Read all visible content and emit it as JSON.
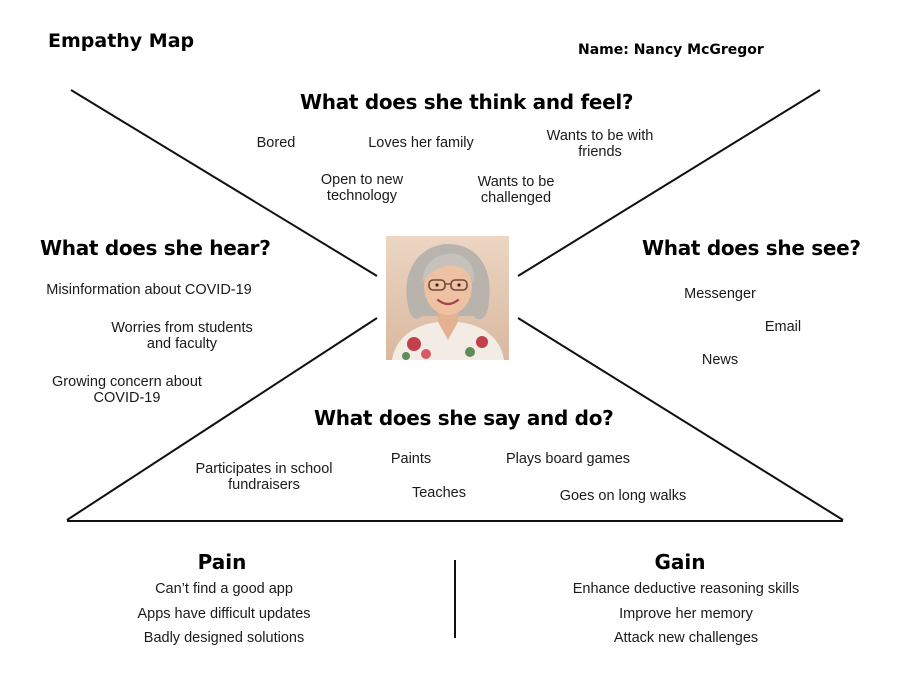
{
  "header": {
    "title": "Empathy Map",
    "name_label": "Name: Nancy McGregor"
  },
  "think_feel": {
    "heading": "What does she think and feel?",
    "items": [
      "Bored",
      "Loves her family",
      "Wants to be with friends",
      "Open to new technology",
      "Wants to be challenged"
    ]
  },
  "hear": {
    "heading": "What does she hear?",
    "items": [
      "Misinformation about COVID-19",
      "Worries from students and faculty",
      "Growing concern about COVID-19"
    ]
  },
  "see": {
    "heading": "What does she see?",
    "items": [
      "Messenger",
      "Email",
      "News"
    ]
  },
  "say_do": {
    "heading": "What does she say and do?",
    "items": [
      "Participates in school fundraisers",
      "Paints",
      "Plays board games",
      "Teaches",
      "Goes on long walks"
    ]
  },
  "pain": {
    "heading": "Pain",
    "items": [
      "Can’t find a good app",
      "Apps have difficult updates",
      "Badly designed solutions"
    ]
  },
  "gain": {
    "heading": "Gain",
    "items": [
      "Enhance deductive reasoning skills",
      "Improve her memory",
      "Attack new challenges"
    ]
  },
  "portrait": {
    "icon": "persona-portrait-photo"
  },
  "colors": {
    "lines": "#111111",
    "portrait_bg": "#e8cdb8"
  }
}
